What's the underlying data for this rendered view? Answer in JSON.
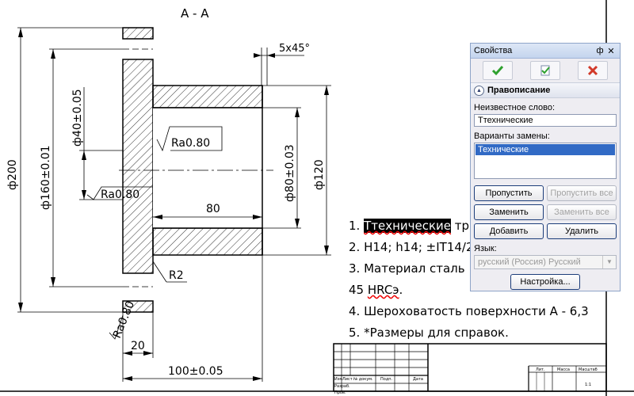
{
  "drawing": {
    "section_title": "А - А",
    "dimensions": {
      "chamfer": "5х45°",
      "d40": "ф40±0.05",
      "d200": "ф200",
      "d160": "ф160±0.01",
      "ra080_top": "Ra0.80",
      "ra080_mid": "Ra0.80",
      "ra080_bottom": "Ra0.80",
      "d80": "ф80±0.03",
      "d120": "ф120",
      "len80": "80",
      "r2": "R2",
      "len20": "20",
      "len100": "100±0.05"
    },
    "notes": {
      "n1_prefix": "1. ",
      "n1_word": "Ттехнические",
      "n1_rest": " тр",
      "n2": "2. H14; h14; ±IT14/2",
      "n3": "3. Материал сталь",
      "n3b_num": "45 ",
      "n3b_word": "HRCэ",
      "n3b_dot": ".",
      "n4": "4. Шероховатость поверхности А - 6,3",
      "n5": "5. *Размеры для справок."
    },
    "title_block": {
      "izm": "Изм",
      "list": "Лист",
      "ndoc": "№ докум.",
      "podp": "Подп.",
      "data": "Дата",
      "razrab": "Разраб.",
      "prov": "Пров.",
      "lit": "Лит.",
      "massa": "Масса",
      "masshtab": "Масштаб",
      "scale": "1:1"
    }
  },
  "panel": {
    "title": "Свойства",
    "pin": "ф",
    "close": "✕",
    "section": "Правописание",
    "unknown_label": "Неизвестное слово:",
    "unknown_value": "Ттехнические",
    "variants_label": "Варианты замены:",
    "variants": [
      "Технические"
    ],
    "buttons": {
      "skip": "Пропустить",
      "skip_all": "Пропустить все",
      "replace": "Заменить",
      "replace_all": "Заменить все",
      "add": "Добавить",
      "delete": "Удалить"
    },
    "lang_label": "Язык:",
    "lang_value": "русский (Россия) Русский",
    "settings": "Настройка...",
    "colors": {
      "ok": "#2fa12f",
      "cancel": "#d23a2a"
    }
  }
}
